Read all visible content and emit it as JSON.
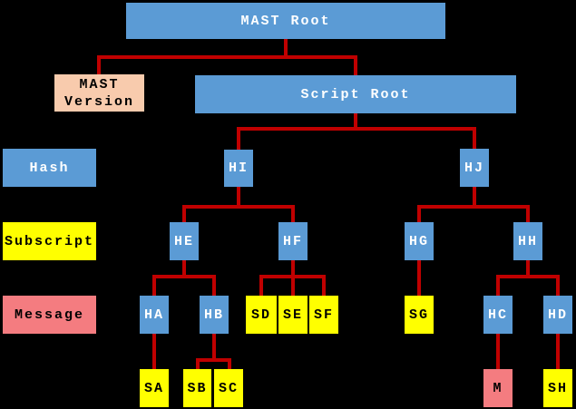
{
  "diagram": {
    "type": "tree",
    "background": "#000000",
    "line_color": "#c00000",
    "colors": {
      "hash_blue": "#5b9bd5",
      "subscript_yellow": "#ffff00",
      "message_pink": "#f47c80",
      "version_peach": "#f8cbad",
      "text_on_blue": "#ffffff",
      "text_on_light": "#000000"
    }
  },
  "legend": {
    "hash": "Hash",
    "subscript": "Subscript",
    "message": "Message"
  },
  "nodes": {
    "mast_root": "MAST Root",
    "mast_version": {
      "line1": "MAST",
      "line2": "Version"
    },
    "script_root": "Script Root",
    "hi": "HI",
    "hj": "HJ",
    "he": "HE",
    "hf": "HF",
    "hg": "HG",
    "hh": "HH",
    "ha": "HA",
    "hb": "HB",
    "sd": "SD",
    "se": "SE",
    "sf": "SF",
    "sg": "SG",
    "hc": "HC",
    "hd": "HD",
    "sa": "SA",
    "sb": "SB",
    "sc": "SC",
    "m": "M",
    "sh": "SH"
  },
  "tree": {
    "MAST Root": [
      "MAST Version",
      "Script Root"
    ],
    "Script Root": [
      "HI",
      "HJ"
    ],
    "HI": [
      "HE",
      "HF"
    ],
    "HJ": [
      "HG",
      "HH"
    ],
    "HE": [
      "HA",
      "HB"
    ],
    "HF": [
      "SD",
      "SE",
      "SF"
    ],
    "HG": [
      "SG"
    ],
    "HH": [
      "HC",
      "HD"
    ],
    "HA": [
      "SA"
    ],
    "HB": [
      "SB",
      "SC"
    ],
    "HC": [
      "M"
    ],
    "HD": [
      "SH"
    ]
  }
}
